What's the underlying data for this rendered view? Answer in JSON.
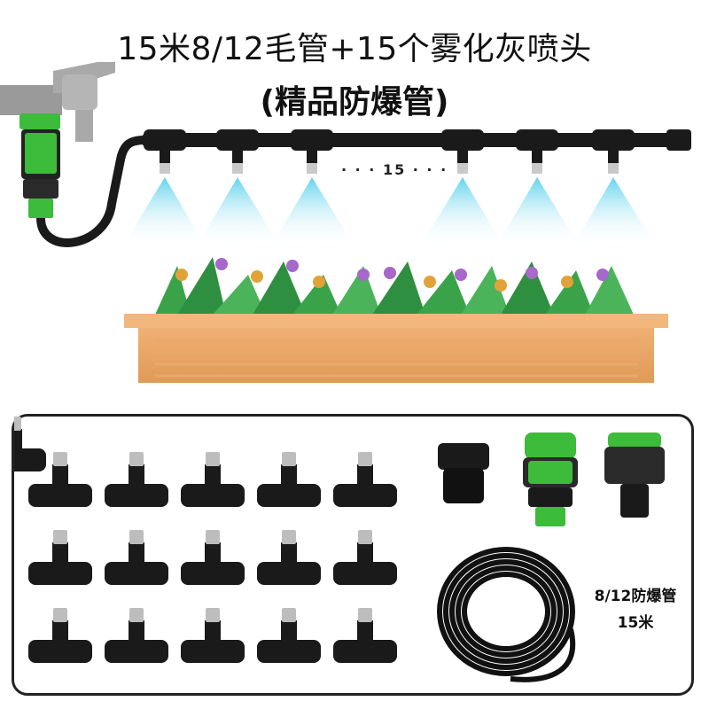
{
  "title": "15米8/12毛管+15个雾化灰喷头",
  "subtitle": "(精品防爆管)",
  "spray_count_label": "· · · 15 · · ·",
  "kit": {
    "tube_label": "8/12防爆管",
    "length_label": "15米"
  },
  "colors": {
    "accent_green": "#3dbb3a",
    "planter": "#e4a56a",
    "mist": "#6fd4ea",
    "pipe": "#1a1a1a"
  }
}
